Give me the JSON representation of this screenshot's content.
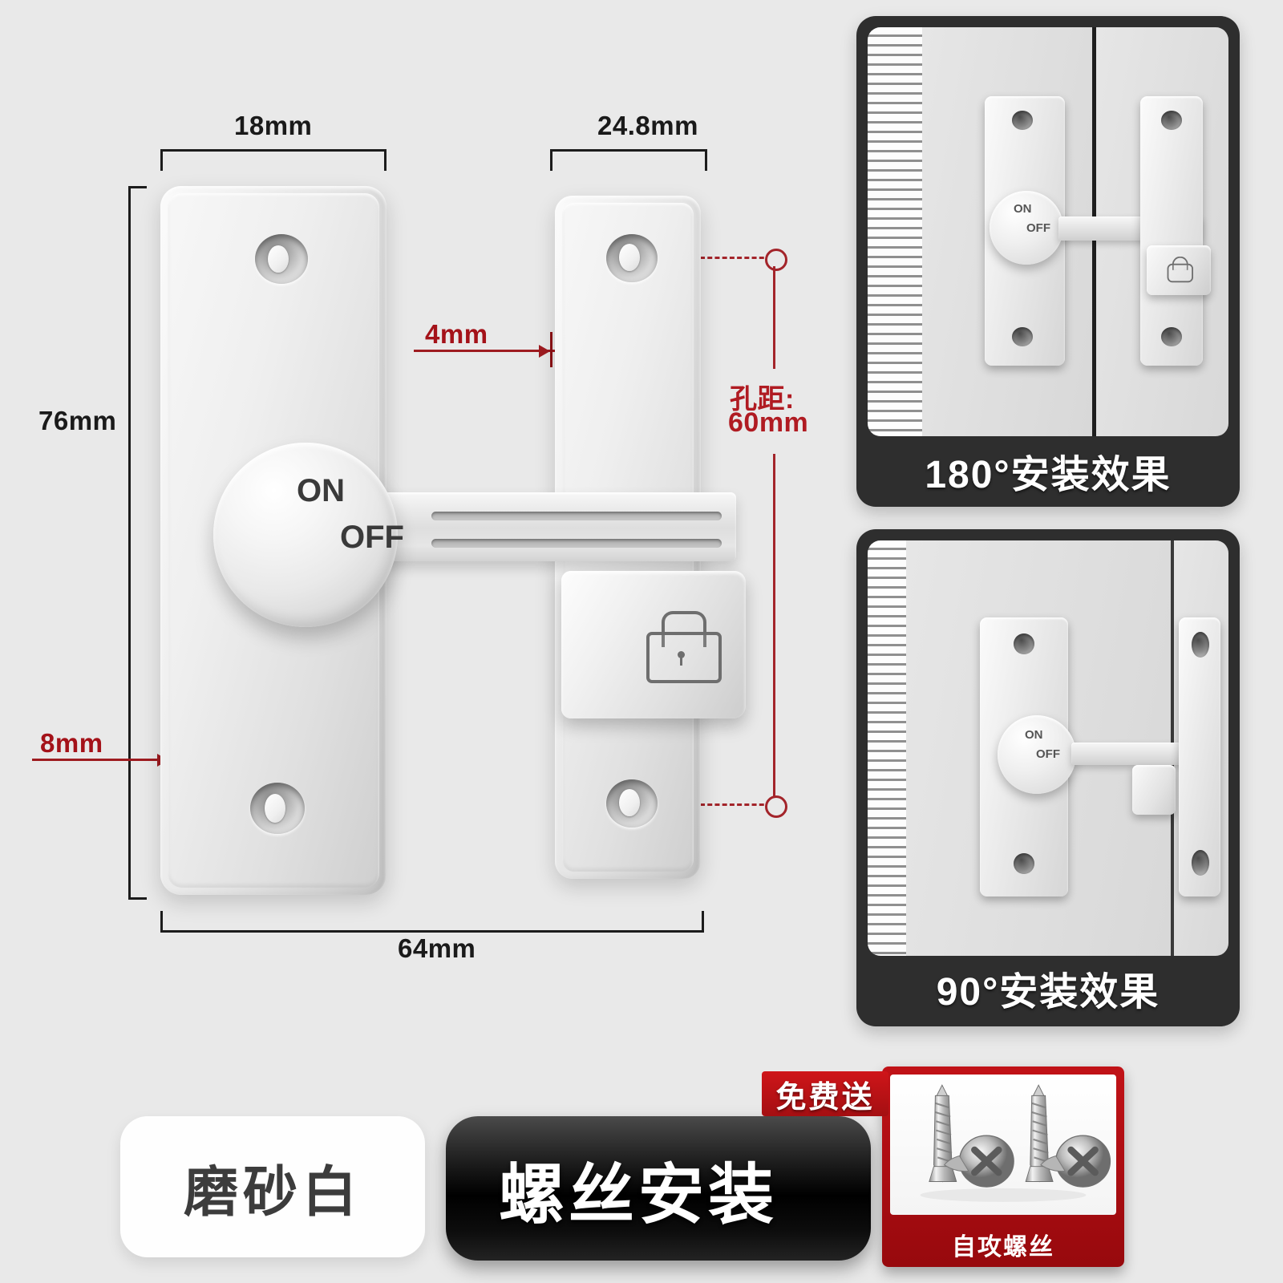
{
  "page": {
    "background_color": "#e9e9e9",
    "product": "door latch slide bolt lock"
  },
  "dimensions": {
    "plate_width": "18mm",
    "strike_width": "24.8mm",
    "gap_small": "4mm",
    "edge_offset": "8mm",
    "plate_height": "76mm",
    "total_width": "64mm",
    "hole_pitch_label": "孔距:",
    "hole_pitch_value": "60mm",
    "accent_color": "#a41219",
    "line_color": "#1c1c1c"
  },
  "knob": {
    "on_label": "ON",
    "off_label": "OFF"
  },
  "install_panels": [
    {
      "id": "panel-180",
      "caption": "180°安装效果",
      "knob_on": "ON",
      "knob_off": "OFF"
    },
    {
      "id": "panel-90",
      "caption": "90°安装效果",
      "knob_on": "ON",
      "knob_off": "OFF"
    }
  ],
  "footer": {
    "color_label": "磨砂白",
    "install_label": "螺丝安装",
    "gift_badge": "免费送",
    "gift_caption": "自攻螺丝",
    "gift_badge_color": "#c11217"
  }
}
